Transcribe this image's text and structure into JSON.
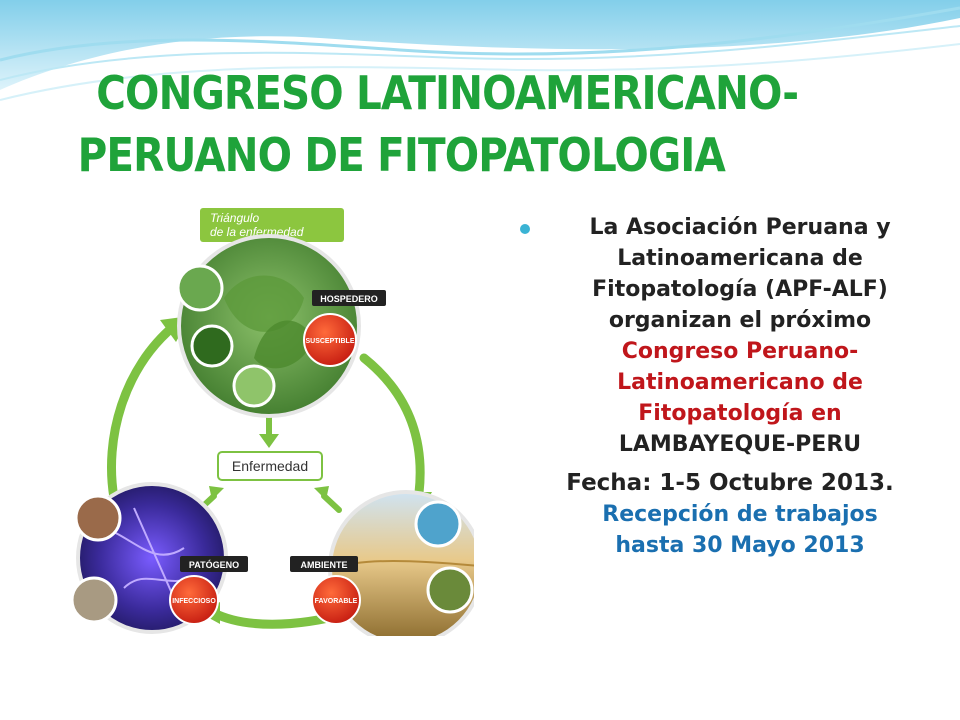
{
  "slide": {
    "title_line1": "CONGRESO LATINOAMERICANO-",
    "title_line2": "PERUANO DE FITOPATOLOGIA"
  },
  "figure": {
    "header_line1": "Triángulo",
    "header_line2": "de la enfermedad",
    "center_label": "Enfermedad",
    "hospedero_label": "HOSPEDERO",
    "susceptible_label": "SUSCEPTIBLE",
    "patogeno_label": "PATÓGENO",
    "infeccioso_label": "INFECCIOSO",
    "ambiente_label": "AMBIENTE",
    "favorable_label": "FAVORABLE"
  },
  "bullet": {
    "line1": "La Asociación Peruana y",
    "line2": "Latinoamericana de",
    "line3": "Fitopatología (APF-ALF)",
    "line4": "organizan el próximo",
    "red_line1": "Congreso Peruano-",
    "red_line2": "Latinoamericano de",
    "red_line3": "Fitopatología en",
    "line5": "LAMBAYEQUE-PERU",
    "fecha": "Fecha: 1-5 Octubre 2013.",
    "blue_line1": "Recepción de trabajos",
    "blue_line2": "hasta 30 Mayo 2013"
  },
  "colors": {
    "title_green": "#1fa33a",
    "bullet_blue": "#3ab3d4",
    "highlight_red": "#c0161b",
    "highlight_blue": "#1a6fb0"
  }
}
